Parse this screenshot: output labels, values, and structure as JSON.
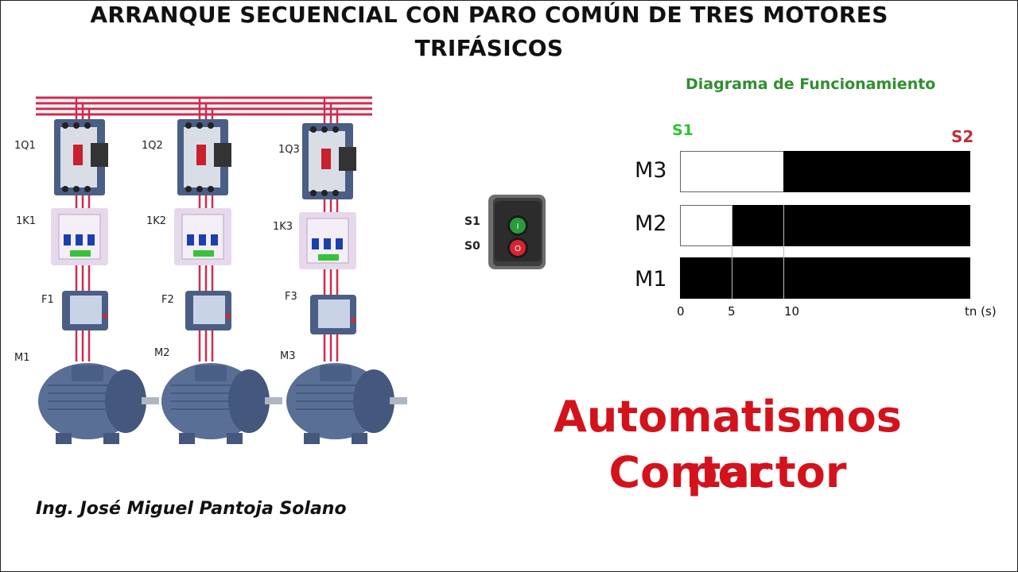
{
  "title": {
    "line1": "ARRANQUE SECUENCIAL CON PARO COMÚN DE TRES MOTORES",
    "line2": "TRIFÁSICOS"
  },
  "schematic": {
    "breakers": [
      "1Q1",
      "1Q2",
      "1Q3"
    ],
    "contactors": [
      "1K1",
      "1K2",
      "1K3"
    ],
    "relays": [
      "F1",
      "F2",
      "F3"
    ],
    "motors": [
      "M1",
      "M2",
      "M3"
    ]
  },
  "pushbutton_station": {
    "s1_label": "S1",
    "s0_label": "S0",
    "start_symbol": "I",
    "stop_symbol": "O"
  },
  "timing_diagram": {
    "title": "Diagrama de Funcionamiento",
    "start_marker": "S1",
    "stop_marker": "S2",
    "x_unit": "tn (s)",
    "ticks": [
      "0",
      "5",
      "10"
    ],
    "motors": [
      {
        "name": "M3",
        "on_from": 10
      },
      {
        "name": "M2",
        "on_from": 5
      },
      {
        "name": "M1",
        "on_from": 0
      }
    ],
    "t_end": 28,
    "colors": {
      "on": "#000000",
      "start": "#2fc32f",
      "stop": "#c0303a",
      "title": "#2f8f2f"
    }
  },
  "brand": {
    "line1": "Automatismos por",
    "line2": "Contactor",
    "color": "#d4121c"
  },
  "author": "Ing. José Miguel Pantoja Solano"
}
